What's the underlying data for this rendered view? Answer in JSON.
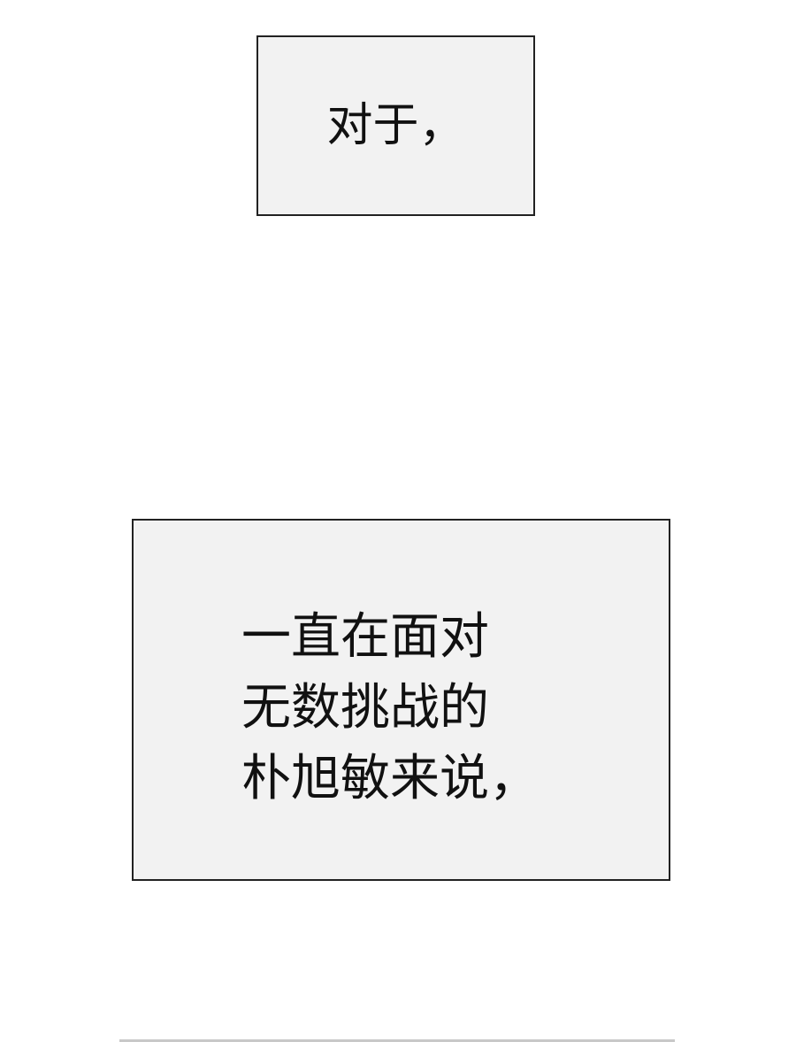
{
  "panels": [
    {
      "lines": [
        "对于，"
      ]
    },
    {
      "lines": [
        "一直在面对",
        "无数挑战的",
        "朴旭敏来说，"
      ]
    }
  ],
  "colors": {
    "box_bg": "#f2f2f2",
    "border": "#222222",
    "text": "#111111"
  }
}
